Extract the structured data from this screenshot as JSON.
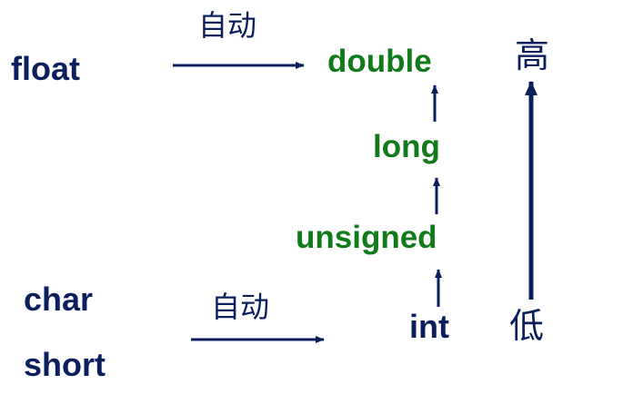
{
  "diagram": {
    "source_types": {
      "float": "float",
      "char": "char",
      "short": "short"
    },
    "auto_labels": {
      "top": "自动",
      "bottom": "自动"
    },
    "hierarchy": {
      "double": "double",
      "long": "long",
      "unsigned": "unsigned",
      "int": "int"
    },
    "scale": {
      "high": "高",
      "low": "低"
    },
    "colors": {
      "navy": "#0b1f5c",
      "green": "#117a1a"
    }
  }
}
